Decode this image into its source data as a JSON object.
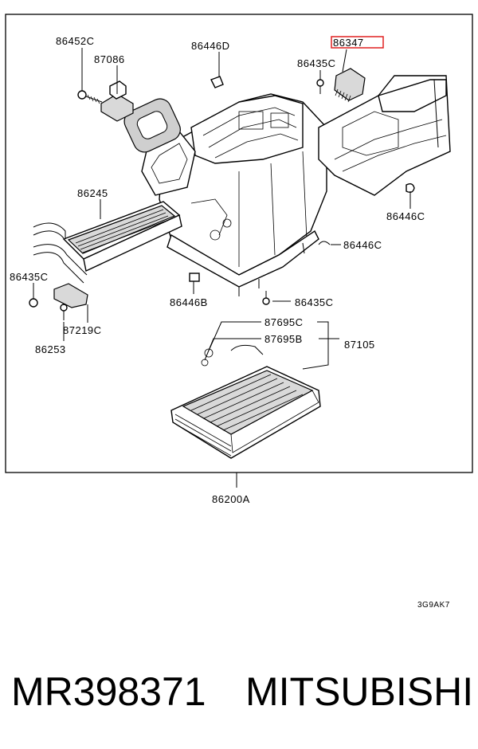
{
  "callouts": {
    "c86452C": "86452C",
    "c87086": "87086",
    "c86446D": "86446D",
    "c86347": "86347",
    "c86435C_top": "86435C",
    "c86245": "86245",
    "c86446C_right": "86446C",
    "c86446C_mid": "86446C",
    "c86435C_left": "86435C",
    "c86446B": "86446B",
    "c86435C_bottom": "86435C",
    "c87219C": "87219C",
    "c86253": "86253",
    "c87695C": "87695C",
    "c87695B": "87695B",
    "c87105": "87105",
    "c86200A": "86200A"
  },
  "highlight": {
    "color": "#e02020",
    "target": "86347"
  },
  "footer": {
    "code": "3G9AK7",
    "part_number": "MR398371",
    "brand": "MITSUBISHI"
  }
}
